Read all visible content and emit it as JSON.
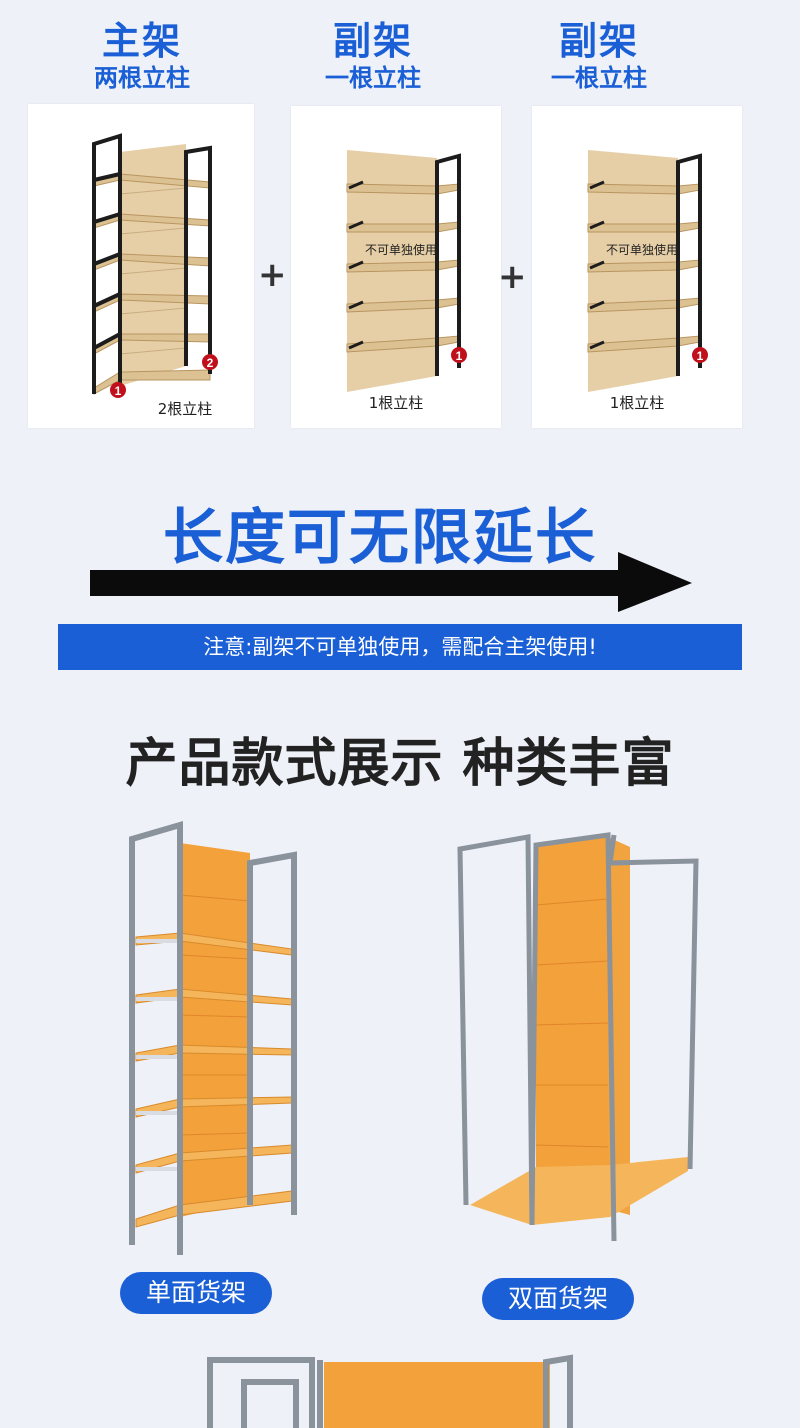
{
  "columns": [
    {
      "title": "主架",
      "subtitle": "两根立柱",
      "caption": "2根立柱"
    },
    {
      "title": "副架",
      "subtitle": "一根立柱",
      "caption": "1根立柱",
      "panel_text": "不可单独使用"
    },
    {
      "title": "副架",
      "subtitle": "一根立柱",
      "caption": "1根立柱",
      "panel_text": "不可单独使用"
    }
  ],
  "plus_signs": [
    "+",
    "+"
  ],
  "markers": {
    "one": "1",
    "two": "2"
  },
  "extend_title": "长度可无限延长",
  "notice": "注意:副架不可单独使用，需配合主架使用!",
  "section_title": "产品款式展示 种类丰富",
  "styles": [
    {
      "label": "单面货架"
    },
    {
      "label": "双面货架"
    }
  ],
  "colors": {
    "brand_blue": "#1a5fd6",
    "marker_red": "#c0101c",
    "wood": "#e6cfa6",
    "orange_wood": "#f3a13a",
    "steel": "#8a929c"
  },
  "icons": [
    "arrow-right-icon",
    "marker-1-icon",
    "marker-2-icon"
  ]
}
